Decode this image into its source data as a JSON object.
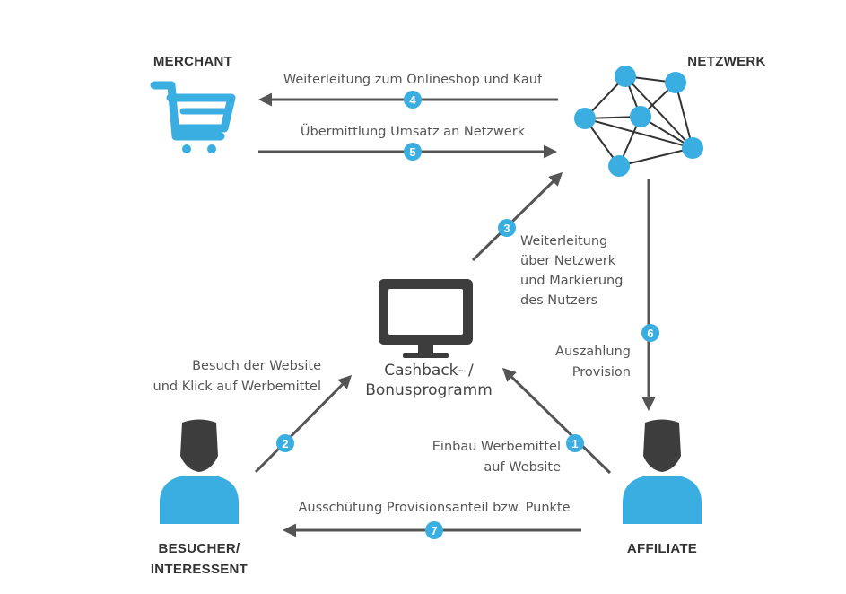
{
  "nodes": {
    "merchant": "MERCHANT",
    "netzwerk": "NETZWERK",
    "besucher_line1": "BESUCHER/",
    "besucher_line2": "INTERESSENT",
    "affiliate": "AFFILIATE",
    "cashback_line1": "Cashback- /",
    "cashback_line2": "Bonusprogramm"
  },
  "steps": {
    "s1": {
      "num": "1",
      "line1": "Einbau Werbemittel",
      "line2": "auf Website"
    },
    "s2": {
      "num": "2",
      "line1": "Besuch der Website",
      "line2": "und Klick auf Werbemittel"
    },
    "s3": {
      "num": "3",
      "line1": "Weiterleitung",
      "line2": "über Netzwerk",
      "line3": "und Markierung",
      "line4": "des Nutzers"
    },
    "s4": {
      "num": "4",
      "label": "Weiterleitung zum Onlineshop und Kauf"
    },
    "s5": {
      "num": "5",
      "label": "Übermittlung Umsatz an Netzwerk"
    },
    "s6": {
      "num": "6",
      "line1": "Auszahlung",
      "line2": "Provision"
    },
    "s7": {
      "num": "7",
      "label": "Ausschütung Provisionsanteil bzw. Punkte"
    }
  },
  "colors": {
    "accent": "#3aaee0",
    "arrow": "#555555",
    "icon_dark": "#3d3d3d"
  },
  "icons": [
    "shopping-cart-icon",
    "network-icon",
    "monitor-icon",
    "person-icon"
  ]
}
